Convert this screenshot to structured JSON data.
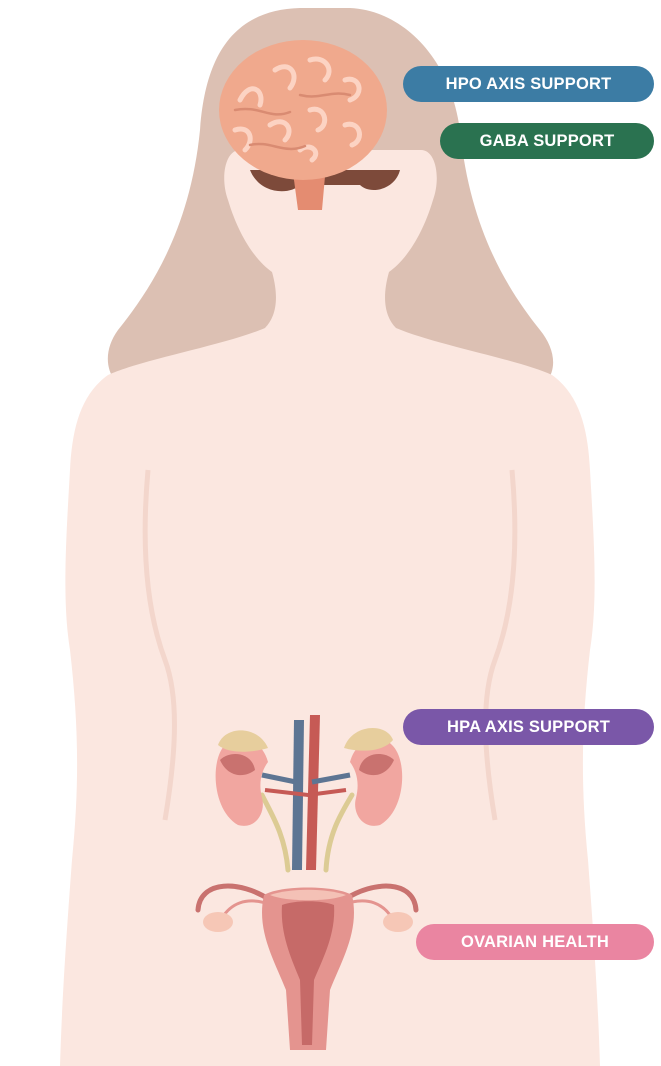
{
  "colors": {
    "background": "#ffffff",
    "hair": "#dcc0b3",
    "skin": "#fbe7e0",
    "skin_shadow": "#f3d6cc",
    "brain": "#f0a98d",
    "brain_fold": "#fcd3c3",
    "kidney": "#f1a6a0",
    "adrenal": "#e7ce9d",
    "aorta": "#c65a55",
    "vena_cava": "#5d7593",
    "ureter": "#dccb94",
    "uterus": "#e4948f",
    "uterus_inner": "#c66a68"
  },
  "labels": {
    "hpo": {
      "text": "HPO AXIS SUPPORT",
      "color": "#3c7ca4"
    },
    "gaba": {
      "text": "GABA SUPPORT",
      "color": "#2a7250"
    },
    "hpa": {
      "text": "HPA AXIS SUPPORT",
      "color": "#7a57a8"
    },
    "ovarian": {
      "text": "OVARIAN HEALTH",
      "color": "#ea85a1"
    }
  }
}
